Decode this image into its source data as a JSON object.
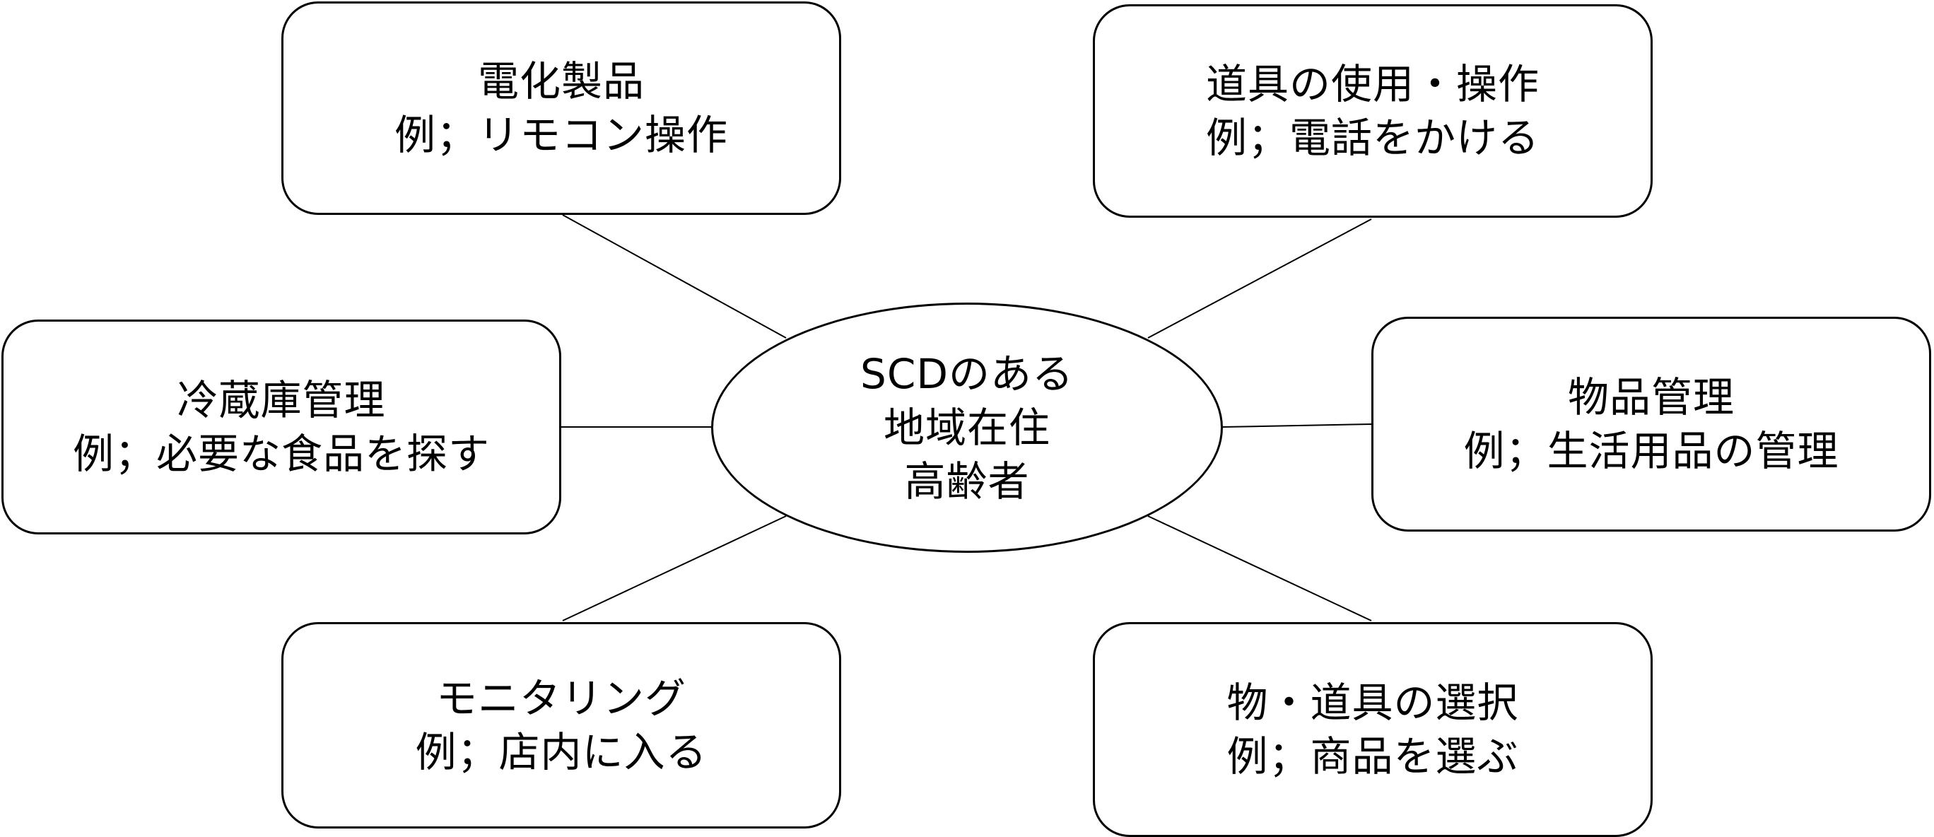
{
  "center": {
    "lines": [
      "SCDのある",
      "地域在住",
      "高齢者"
    ]
  },
  "nodes": {
    "top_left": {
      "title": "電化製品",
      "example": "例；リモコン操作"
    },
    "top_right": {
      "title": "道具の使用・操作",
      "example": "例；電話をかける"
    },
    "mid_left": {
      "title": "冷蔵庫管理",
      "example": "例；必要な食品を探す"
    },
    "mid_right": {
      "title": "物品管理",
      "example": "例；生活用品の管理"
    },
    "bot_left": {
      "title": "モニタリング",
      "example": "例；店内に入る"
    },
    "bot_right": {
      "title": "物・道具の選択",
      "example": "例；商品を選ぶ"
    }
  },
  "colors": {
    "stroke": "#000000",
    "background": "#ffffff"
  }
}
